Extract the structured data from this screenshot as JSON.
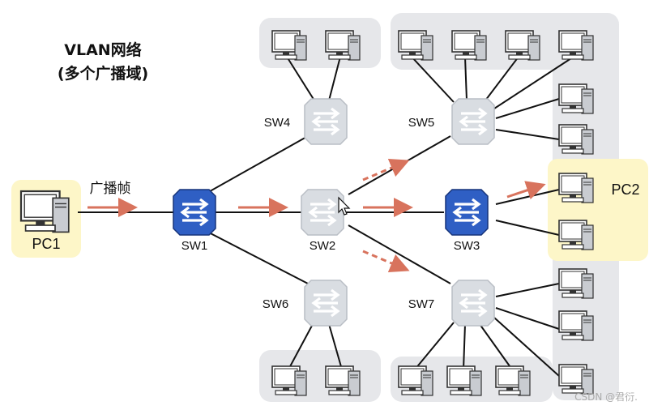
{
  "title": {
    "line1": "VLAN网络",
    "line2": "(多个广播域)"
  },
  "frame_label": "广播帧",
  "pc_labels": {
    "pc1": "PC1",
    "pc2": "PC2"
  },
  "switches": {
    "sw1": {
      "label": "SW1",
      "style": "active"
    },
    "sw2": {
      "label": "SW2",
      "style": "inactive"
    },
    "sw3": {
      "label": "SW3",
      "style": "active"
    },
    "sw4": {
      "label": "SW4",
      "style": "inactive"
    },
    "sw5": {
      "label": "SW5",
      "style": "inactive"
    },
    "sw6": {
      "label": "SW6",
      "style": "inactive"
    },
    "sw7": {
      "label": "SW7",
      "style": "inactive"
    }
  },
  "watermark": "CSDN @君衍.",
  "colors": {
    "active_switch": "#2f5fc4",
    "inactive_switch": "#d9dde2",
    "group_bg": "#e6e7ea",
    "highlight_bg": "#fdf6c8",
    "arrow": "#d8735d",
    "link": "#111111"
  }
}
